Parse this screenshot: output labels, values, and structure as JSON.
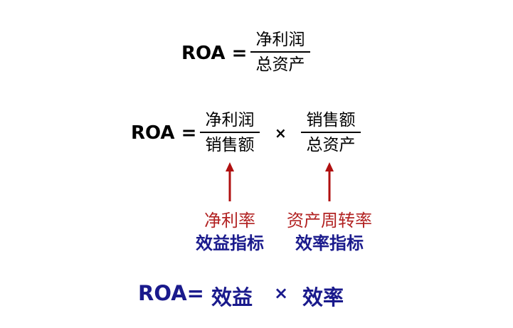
{
  "formula1": {
    "lhs": "ROA =",
    "numerator": "净利润",
    "denominator": "总资产"
  },
  "formula2": {
    "lhs": "ROA =",
    "frac1": {
      "numerator": "净利润",
      "denominator": "销售额"
    },
    "operator": "×",
    "frac2": {
      "numerator": "销售额",
      "denominator": "总资产"
    }
  },
  "annotations": {
    "left": {
      "red": "净利率",
      "blue": "效益指标"
    },
    "right": {
      "red": "资产周转率",
      "blue": "效率指标"
    },
    "colors": {
      "red": "#b22222",
      "blue": "#1a1a8c",
      "arrow": "#b01010"
    }
  },
  "summary": {
    "lhs": "ROA=",
    "term1": "效益",
    "operator": "×",
    "term2": "效率"
  }
}
